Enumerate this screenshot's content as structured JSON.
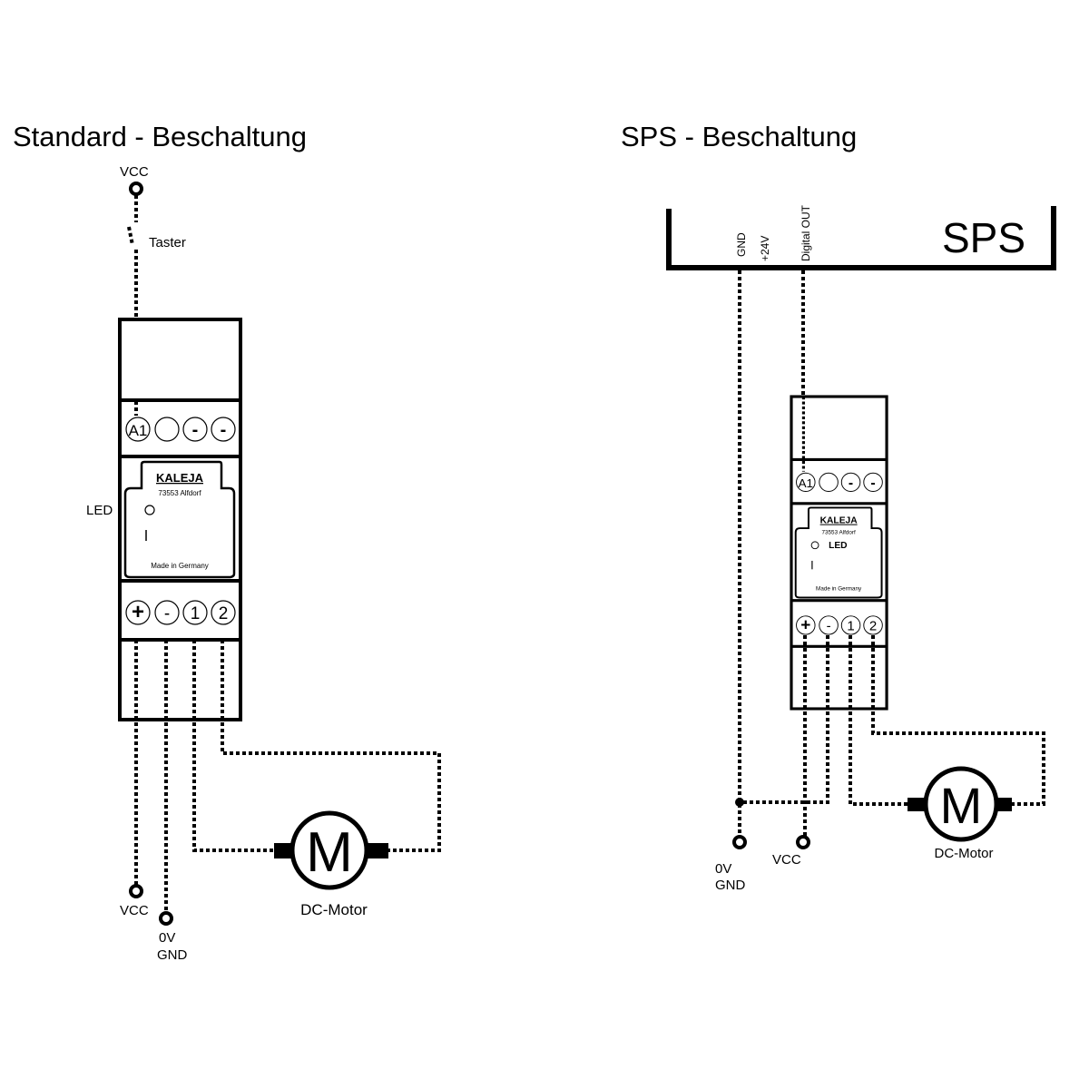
{
  "left": {
    "title": "Standard - Beschaltung",
    "vcc_top": "VCC",
    "switch": "Taster",
    "led": "LED",
    "vcc_bottom": "VCC",
    "ov": "0V",
    "gnd": "GND",
    "motor_symbol": "M",
    "motor": "DC-Motor",
    "module": {
      "brand": "KALEJA",
      "address": "73553 Alfdorf",
      "made": "Made in Germany",
      "led_label": "",
      "top_terminals": [
        "A1",
        "",
        "-",
        "-"
      ],
      "bottom_terminals": [
        "+",
        "-",
        "1",
        "2"
      ]
    }
  },
  "right": {
    "title": "SPS - Beschaltung",
    "sps": "SPS",
    "pin_gnd": "GND",
    "pin_24v": "+24V",
    "pin_out": "Digital OUT",
    "ov": "0V",
    "gnd": "GND",
    "vcc": "VCC",
    "motor_symbol": "M",
    "motor": "DC-Motor",
    "module": {
      "brand": "KALEJA",
      "address": "73553 Alfdorf",
      "made": "Made in Germany",
      "led_label": "LED",
      "top_terminals": [
        "A1",
        "",
        "-",
        "-"
      ],
      "bottom_terminals": [
        "+",
        "-",
        "1",
        "2"
      ]
    }
  }
}
